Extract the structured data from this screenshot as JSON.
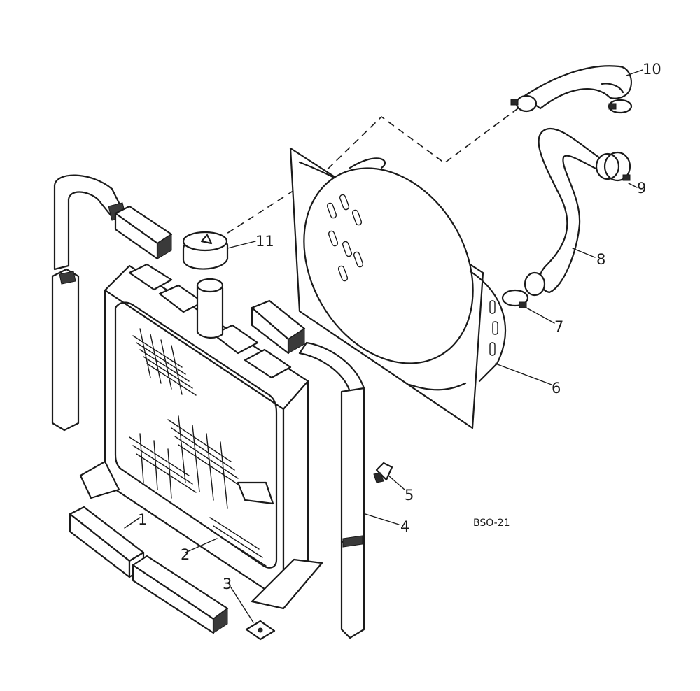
{
  "diagram": {
    "drawing_code": "BSO-21",
    "callouts": [
      {
        "number": "1"
      },
      {
        "number": "2"
      },
      {
        "number": "3"
      },
      {
        "number": "4"
      },
      {
        "number": "5"
      },
      {
        "number": "6"
      },
      {
        "number": "7"
      },
      {
        "number": "8"
      },
      {
        "number": "9"
      },
      {
        "number": "10"
      },
      {
        "number": "11"
      }
    ]
  }
}
